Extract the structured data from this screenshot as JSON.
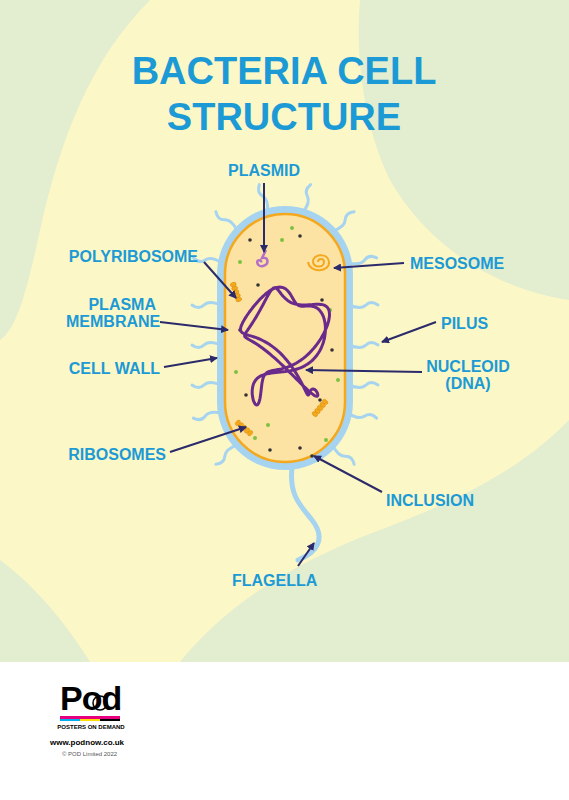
{
  "diagram": {
    "title": "BACTERIA CELL STRUCTURE",
    "labels": [
      "PLASMID",
      "POLYRIBOSOME",
      "MESOSOME",
      "PLASMA MEMBRANE",
      "PILUS",
      "CELL WALL",
      "NUCLEOID (DNA)",
      "RIBOSOMES",
      "INCLUSION",
      "FLAGELLA",
      "Pod",
      "POSTERS ON DEMAND",
      "www.podnow.co.uk",
      "© POD Limited 2022"
    ]
  }
}
